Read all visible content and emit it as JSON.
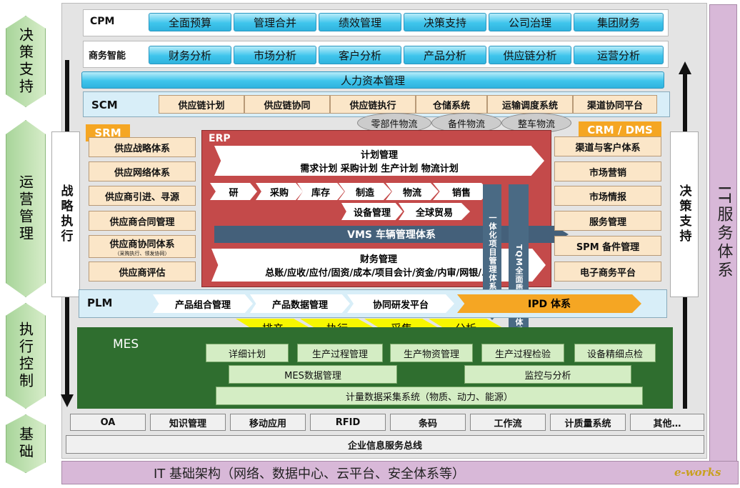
{
  "left_labels": [
    "决策支持",
    "运营管理",
    "执行控制",
    "基础"
  ],
  "cpm": {
    "label": "CPM",
    "items": [
      "全面预算",
      "管理合并",
      "绩效管理",
      "决策支持",
      "公司治理",
      "集团财务"
    ]
  },
  "bi": {
    "label": "商务智能",
    "items": [
      "财务分析",
      "市场分析",
      "客户分析",
      "产品分析",
      "供应链分析",
      "运营分析"
    ]
  },
  "hr": "人力资本管理",
  "scm": {
    "label": "SCM",
    "items": [
      "供应链计划",
      "供应链协同",
      "供应链执行",
      "仓储系统",
      "运输调度系统",
      "渠道协同平台"
    ],
    "ovals": [
      "零部件物流",
      "备件物流",
      "整车物流"
    ]
  },
  "srm": {
    "label": "SRM",
    "items": [
      "供应战略体系",
      "供应网络体系",
      "供应商引进、寻源",
      "供应商合同管理",
      "供应商协同体系",
      "供应商评估"
    ],
    "note": "（采购执行、领发协同）"
  },
  "strategy": "战略执行",
  "decision": "决策支持",
  "erp": {
    "label": "ERP",
    "plan_title": "计划管理",
    "plan_detail": "需求计划 采购计划 生产计划 物流计划",
    "chain": [
      "研",
      "采购",
      "库存",
      "制造",
      "物流",
      "销售"
    ],
    "sub": [
      "设备管理",
      "全球贸易"
    ],
    "vms": "VMS 车辆管理体系",
    "fin_title": "财务管理",
    "fin_detail": "总账/应收/应付/固资/成本/项目会计/资金/内审/网银/..."
  },
  "vert1": "一体化项目管理体系",
  "vert2": "TQM全面质量管理体系",
  "crm": {
    "label": "CRM / DMS",
    "items": [
      "渠道与客户体系",
      "市场营销",
      "市场情报",
      "服务管理",
      "SPM 备件管理",
      "电子商务平台"
    ]
  },
  "plm": {
    "label": "PLM",
    "items": [
      "产品组合管理",
      "产品数据管理",
      "协同研发平台"
    ],
    "ipd": "IPD 体系"
  },
  "exec_arrows": [
    "排产",
    "执行",
    "采集",
    "分析"
  ],
  "mes": {
    "label": "MES",
    "row1": [
      "详细计划",
      "生产过程管理",
      "生产物资管理",
      "生产过程检验",
      "设备精细点检"
    ],
    "row2": [
      "MES数据管理",
      "监控与分析"
    ],
    "row3": "计量数据采集系统（物质、动力、能源）"
  },
  "base": {
    "items": [
      "OA",
      "知识管理",
      "移动应用",
      "RFID",
      "条码",
      "工作流",
      "计质量系统",
      "其他…"
    ],
    "bus": "企业信息服务总线",
    "infra": "IT 基础架构（网络、数据中心、云平台、安全体系等）"
  },
  "it_service": "IT服务体系",
  "watermark": "e-works",
  "colors": {
    "cyan": "#3fc5ec",
    "erp_red": "#c44a4a",
    "mes_green": "#2f6e2f",
    "purple": "#d8b8d8",
    "orange": "#f5a623",
    "side_green": "#a8d59a"
  }
}
